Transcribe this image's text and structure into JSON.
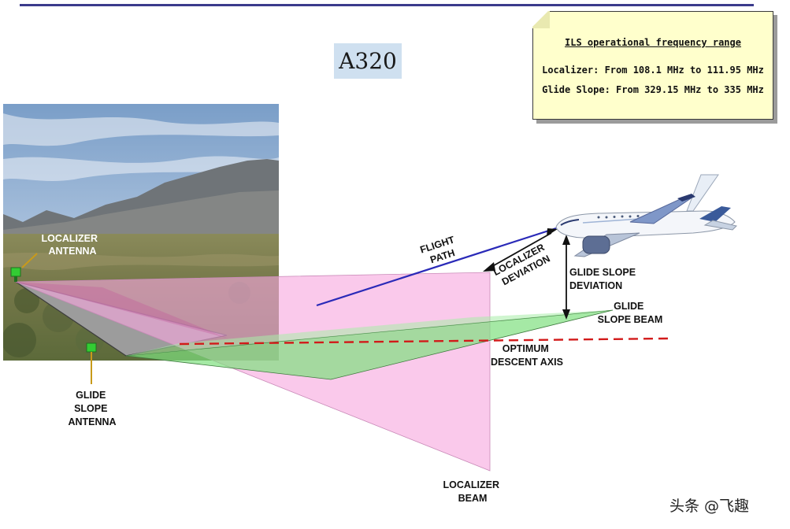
{
  "title": "A320",
  "note": {
    "title": "ILS operational frequency range",
    "localizer": "Localizer: From 108.1 MHz to 111.95 MHz",
    "glide_slope": "Glide Slope: From 329.15 MHz to 335 MHz"
  },
  "labels": {
    "localizer_antenna": [
      "LOCALIZER",
      "ANTENNA"
    ],
    "glide_slope_antenna": [
      "GLIDE",
      "SLOPE",
      "ANTENNA"
    ],
    "flight_path": [
      "FLIGHT",
      "PATH"
    ],
    "localizer_deviation": [
      "LOCALIZER",
      "DEVIATION"
    ],
    "glide_slope_deviation": [
      "GLIDE SLOPE",
      "DEVIATION"
    ],
    "glide_slope_beam": [
      "GLIDE",
      "SLOPE BEAM"
    ],
    "optimum_descent_axis": [
      "OPTIMUM",
      "DESCENT AXIS"
    ],
    "localizer_beam": [
      "LOCALIZER",
      "BEAM"
    ]
  },
  "watermark": "头条 @飞趣",
  "colors": {
    "localizer_beam": "#f7a8de",
    "glide_slope_beam": "#7fe07f",
    "flight_path": "#2a2ab8",
    "descent_axis": "#d21a1a",
    "antenna": "#33cc33"
  }
}
